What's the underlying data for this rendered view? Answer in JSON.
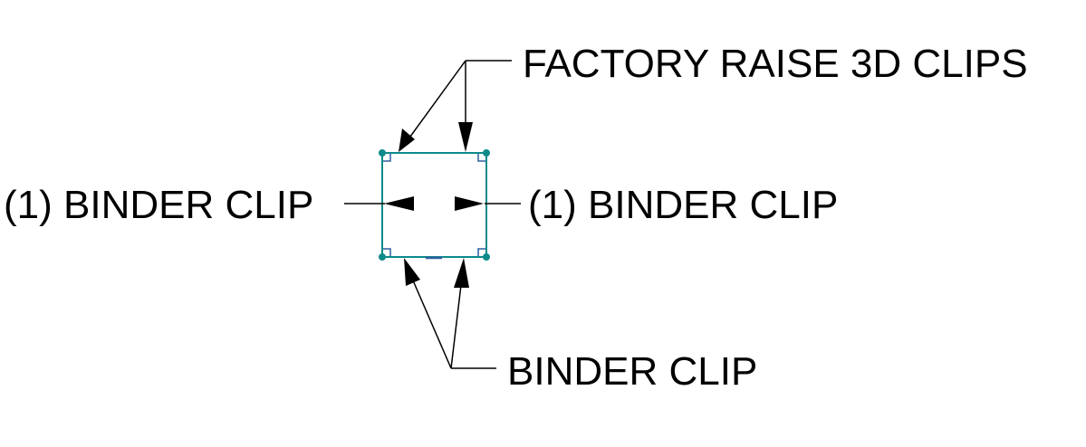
{
  "colors": {
    "background": "#ffffff",
    "ink": "#000000",
    "panel_outline": "#0e8a8a",
    "corner_marker": "#2e5fa0",
    "vertex_dot": "#0e8a8a"
  },
  "labels": {
    "top": "FACTORY RAISE 3D CLIPS",
    "left": "(1) BINDER CLIP",
    "right": "(1) BINDER CLIP",
    "bottom": "BINDER CLIP"
  }
}
